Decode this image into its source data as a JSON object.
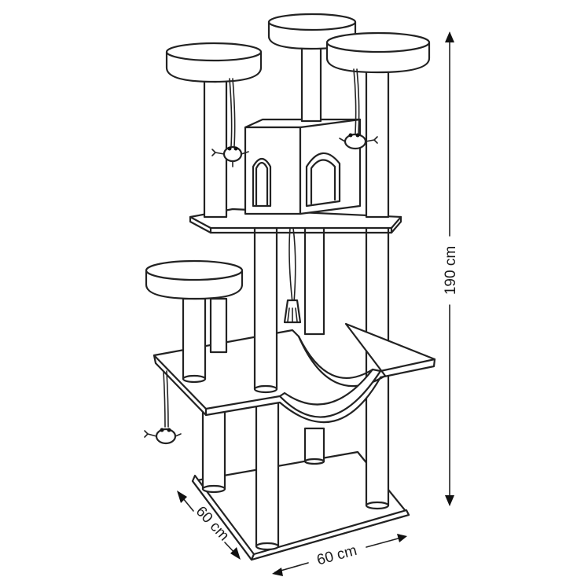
{
  "dimensions": {
    "height": "190 cm",
    "depth": "60 cm",
    "width": "60 cm"
  },
  "colors": {
    "line": "#222222",
    "background": "#ffffff"
  }
}
